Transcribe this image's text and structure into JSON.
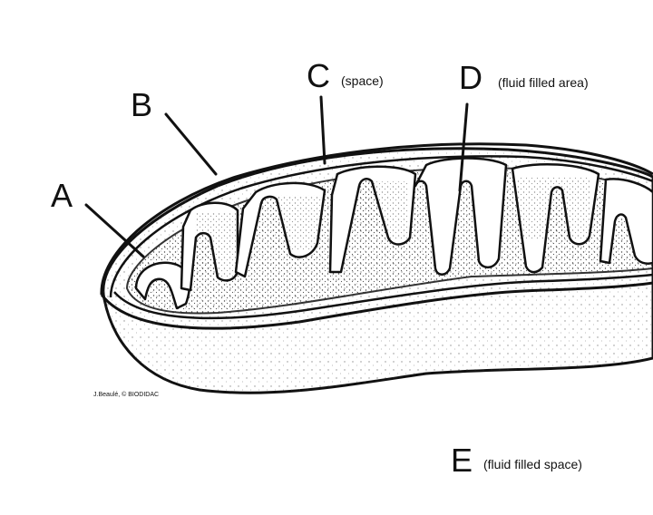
{
  "diagram": {
    "labels": [
      {
        "letter": "A",
        "note": ""
      },
      {
        "letter": "B",
        "note": ""
      },
      {
        "letter": "C",
        "note": "(space)"
      },
      {
        "letter": "D",
        "note": "(fluid filled area)"
      },
      {
        "letter": "E",
        "note": "(fluid filled space)"
      }
    ],
    "credit": "J.Beaulé, © BIODIDAC"
  }
}
